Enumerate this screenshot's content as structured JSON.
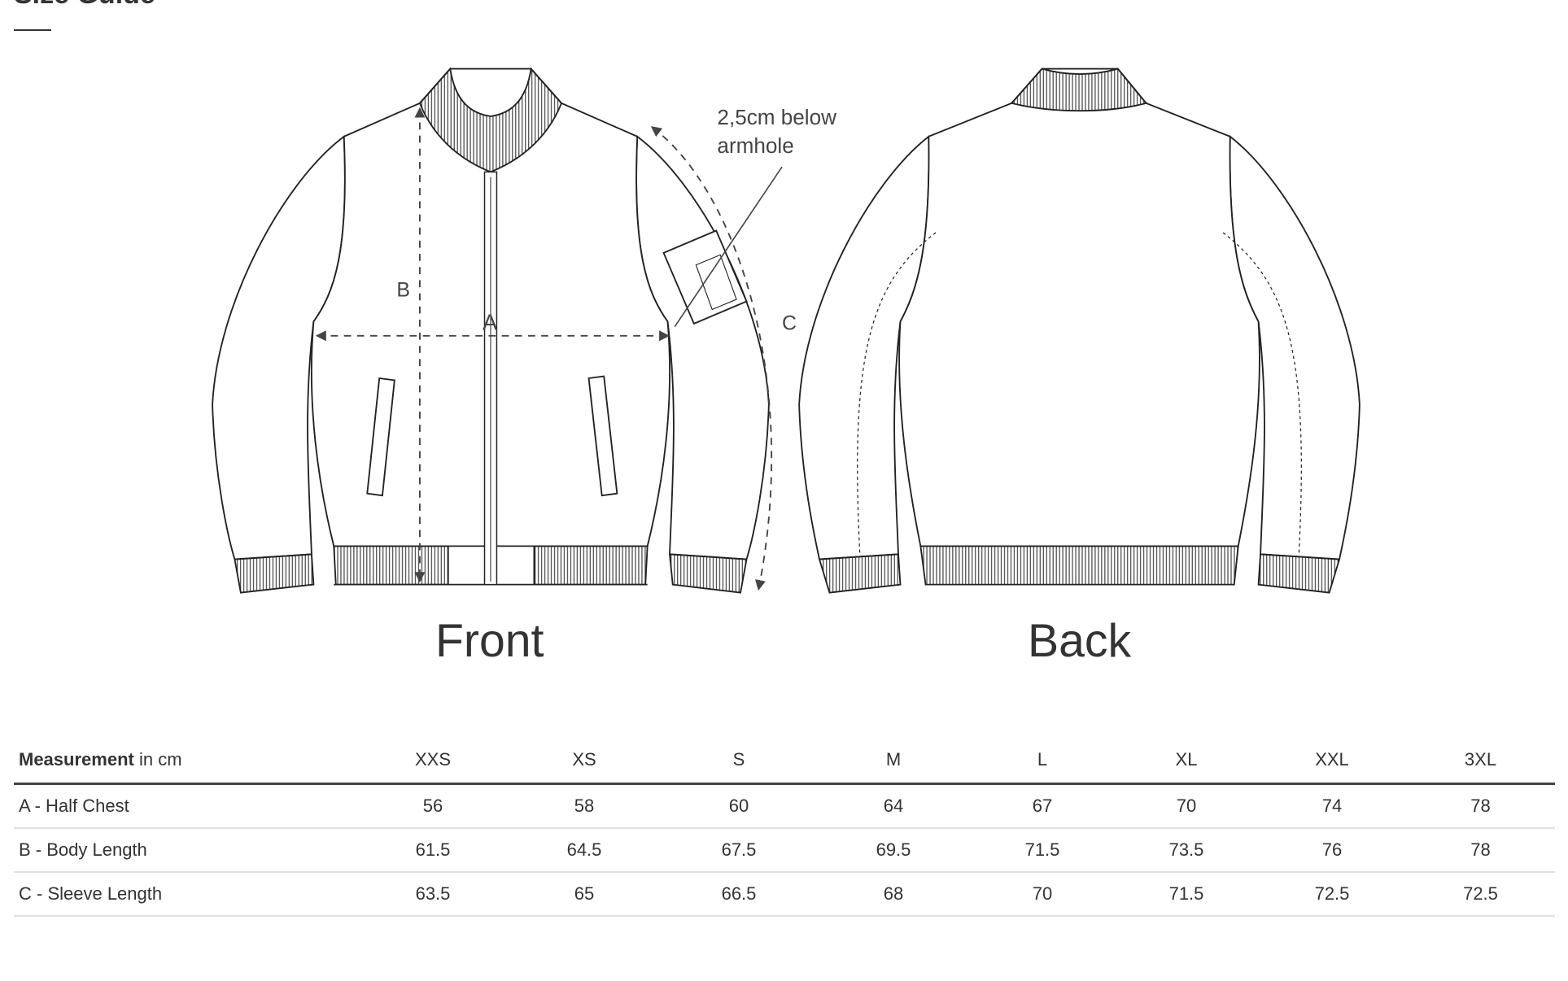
{
  "page": {
    "title": "Size Guide"
  },
  "diagram": {
    "front_label": "Front",
    "back_label": "Back",
    "marker_a": "A",
    "marker_b": "B",
    "marker_c": "C",
    "annotation_line1": "2,5cm below",
    "annotation_line2": "armhole"
  },
  "table": {
    "header": {
      "measurement_bold": "Measurement",
      "measurement_unit": " in cm"
    },
    "sizes": [
      "XXS",
      "XS",
      "S",
      "M",
      "L",
      "XL",
      "XXL",
      "3XL"
    ],
    "rows": [
      {
        "label": "A - Half Chest",
        "values": [
          "56",
          "58",
          "60",
          "64",
          "67",
          "70",
          "74",
          "78"
        ]
      },
      {
        "label": "B - Body Length",
        "values": [
          "61.5",
          "64.5",
          "67.5",
          "69.5",
          "71.5",
          "73.5",
          "76",
          "78"
        ]
      },
      {
        "label": "C - Sleeve Length",
        "values": [
          "63.5",
          "65",
          "66.5",
          "68",
          "70",
          "71.5",
          "72.5",
          "72.5"
        ]
      }
    ]
  }
}
